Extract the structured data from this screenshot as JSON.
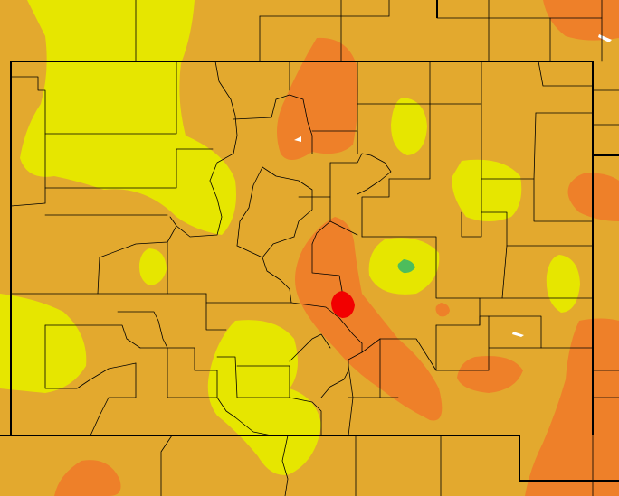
{
  "map": {
    "background_level": "moderate",
    "legend": [],
    "categories": [
      {
        "key": "low",
        "color": "#e6e600"
      },
      {
        "key": "moderate",
        "color": "#e3a92e"
      },
      {
        "key": "high",
        "color": "#ee8029"
      },
      {
        "key": "very-high",
        "color": "#f20000"
      },
      {
        "key": "minimal",
        "color": "#4dbd5c"
      },
      {
        "key": "no-data",
        "color": "#ffffff"
      }
    ]
  }
}
